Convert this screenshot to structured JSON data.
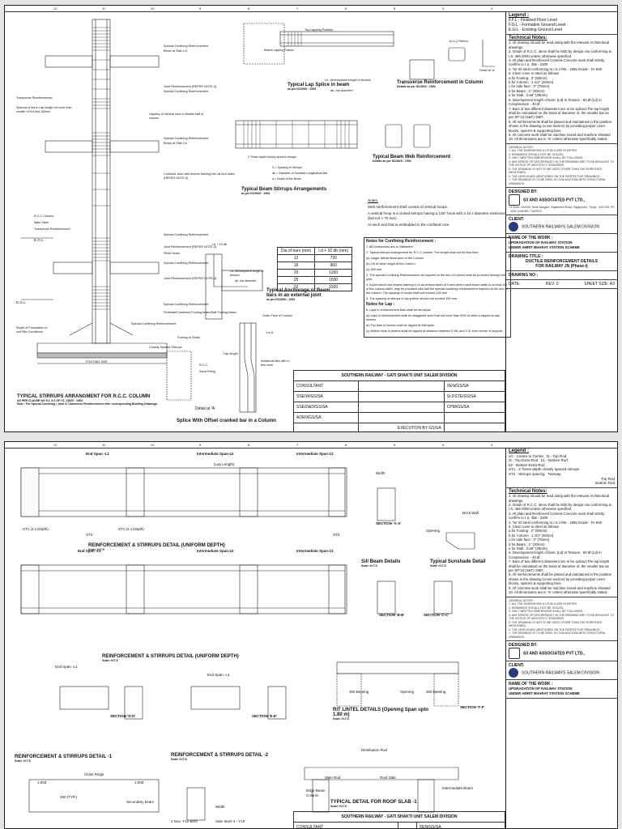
{
  "sheet1": {
    "titleblock": {
      "legend_title": "Legend :",
      "legend": [
        "F.F.L - Finished Floor Level",
        "F.G.L - Formation Ground Level",
        "E.G.L - Existing Ground Level"
      ],
      "tech_title": "Technical Notes:",
      "tech_notes": [
        "1. All drawing should be read along with the relevant Architectural drawings.",
        "2. Grade of R.C.C. items shall be M25 by design mix conforming to I.S. 456-2000 unless otherwise specified",
        "3. All plain and Reinforced Cement Concrete work shall strictly confirm to I.S. 456 - 2000",
        "4. Tor 40 steel conforming to I.S 1786 - 1985 Grade - Fe 500",
        "5. Clear cover to steel as follows",
        "a.for Footing : 2\" (50mm)",
        "b.for Column : 1 1/2\" (40mm)",
        "c.for side face : 3\" (75mm)",
        "d.for Beam : 1\" (30mm)",
        "e.for Slab : 0.65\" (25mm)",
        "6. Development length of bars: (Ld) In Tension - 50 Ø (Ld) In Compression - 40 Ø .",
        "7. Bars of two different diameters are to be spliced,The lap length shall be calculated on the basis of diameter of, the smaller bar as per SP:34 (S&T)-1987.",
        "8. All reinforcements shall be placed and maintained in the position shown in the drawing (cross section) by providing proper cover blocks, spacers & supporting bars.",
        "9. All concrete work shall be machine mixed and machine vibrated",
        "10. All dimensions are in 'm' unless otherwise specifically stated."
      ],
      "general_notes_title": "GENERAL NOTES:",
      "general_notes": [
        "1. ALL THE DIMENSIONS & LEVELS ARE IN METER.",
        "2. DRAWINGS SHOULD NOT BE SCALED.",
        "3. ONLY WRITTEN DIMENSIONS SHALL BE FOLLOWED.",
        "4. ANY ERROR OR DISCREPANCY IN THE DRAWING ARE TO BE BROUGHT TO THE NOTICE OF ARCHITECT/ ENGINEER.",
        "5. THE DRAWING IS NOT TO BE USED OTHER THAN THE PURPOSES MENTIONED.",
        "6. THE LEVELS ARE MENTIONED ON THE RESPECTIVE DRAWINGS.",
        "7. THE DRAWING IS TO BE READ IN CONJUNCTION WITH STRUCTURAL DRAWINGS."
      ],
      "designed_by_label": "DESIGNED BY:",
      "designer_name": "S3 AND ASSOCIATES PVT LTD.,",
      "designer_addr": "13 Team, 2nd/3rd Tamil Sangam, Rajakeezh Road, Rajapuram, Trichy - 620 006. Ph : 0431 2446069 / 2400570",
      "client_label": "CLIENT:",
      "client_name": "SOUTHERN RAILWAYS SALEM DIVISION",
      "work_label": "NAME OF THE WORK :",
      "work_1": "UPGRADATION OF RAILWAY STATION",
      "work_2": "UNDER AMRIT BHARAT STATION SCHEME",
      "drawing_title_label": "DRAWING TITLE :",
      "drawing_title_1": "DUCTILE REINFORCEMENT DETAILS",
      "drawing_title_2": "FOR RAILWAY JN (Phase-i)",
      "drawing_no_label": "DRAWING NO :",
      "date_label": "DATE:",
      "rev_label": "REV: 0",
      "sheet_label": "SHEET SIZE: A3"
    },
    "bottom": {
      "header": "SOUTHERN RAILWAY - GATI SHAKTI UNIT SALEM DIVISION",
      "rows": [
        [
          "CONSULTANT",
          "",
          "XEN/GS/SA"
        ],
        [
          "SSE/W/GS/SA",
          "",
          "Sr.DSTE/GS/SA"
        ],
        [
          "SSE/D&D/GS/SA",
          "",
          "CPM/GS/SA"
        ],
        [
          "ADEN/GS/SA",
          "",
          ""
        ]
      ],
      "execution": "EXECUTION BY",
      "execution_val": "GS/SA"
    },
    "drawings": {
      "d1_title": "TYPICAL STIRRUPS ARRANGMENT FOR R.C.C. COLUMN",
      "d1_sub": "AS PER CLAUSE NO 8.1, 8.2 OF I.S. 13920 : 1993",
      "d1_note": "Note : For Special Confining / Joint & Transverse Reinforcement refer corresponding Building Drawings.",
      "d2_title": "Splice With Offset cranked bar in a Column",
      "d3_title": "Typical Lap Splice in beam",
      "d3_sub": "as per IS13920 : 1993",
      "d4_title": "Transverse Reinforcement in Column",
      "d4_sub": "Details as per IS13920 : 1993",
      "d5_title": "Typical Beam Stirrups Arrangements",
      "d5_sub": "as per IS13920 : 1993",
      "d6_title": "Typical Beam Web Reinforcement",
      "d6_sub": "Details as per IS13920 : 1993",
      "d7_title": "Typical Anchorage of Beam bars in an external joint",
      "d7_sub": "as per IS13920 : 1993",
      "detail_a": "Detail at 'A'",
      "labels_left": [
        "Special Confining Reinforcement",
        "Beam at Slab Lvl.",
        "Joint Reinforcement (REFER NOTE-3)",
        "Special Confining Reinforcement",
        "Transverse Reinforcement",
        "Lapping of Vertical bars in Middle half of column",
        "Special Confining Reinforcement",
        "Beam at Slab Lvl.",
        "Confined Joint with beams framing into all four sides (REFER NOTE-4)",
        "R.C.C Column",
        "Main Steel",
        "Transverse Reinforcement",
        "Special Confining Reinforcement",
        "Joint Reinforcement (REFER NOTE-3)",
        "Plinth beam",
        "Special Confining Reinforcement",
        "Joint Reinforcement (REFER NOTE-3)",
        "Special Confining Reinforcement",
        "Pedestal/Combined Footing beam/Raft Footing beam",
        "Special Confining Reinforcement",
        "Footing to Detail",
        "Closely Spaced Stirrups",
        "R.C.C.",
        "Sand Filling",
        "FOOTING SIZE"
      ],
      "spacing_note": "Spacing of ties in Lap-length not more than smaller of D/4 and 150mm",
      "egl": "E.G.L.",
      "depth_note": "Depth of Foundation to suit Site Conditions",
      "lap_position": "Top Lapping Position",
      "bottom_lap": "Bottom Lapping Position",
      "ld_tension": "Ld- development length in tension",
      "db_note": "db- bar diameter",
      "stirrup_notes": [
        "S = Spacing of Stirrups",
        "db = Diameter of Smallest Longitudinal Bar",
        "d = Depth of the Beam",
        "2 Times depth closely spaced stirrups"
      ],
      "ten_d": "10 d (>75mm)",
      "detail_at_a": "Detail at 'A'",
      "notes_head": "Notes:",
      "web_notes": [
        "Web reinforcement shall consist of vertical hoops.",
        "A vertical hoop is a closed stirrups having a 135° hook with a 10 x diameter extension (but not < 75 mm)",
        "At each end that is embedded in the confined core"
      ],
      "outer_face": "Outer Face of Column",
      "one_in_six": "1 in 6",
      "additional_ties": "Additional ties with in this zone",
      "lap_length": "Lap length",
      "ld_plus": "Ld + 10 db",
      "ld_dev": "Ld- development length in tension",
      "db": "db- bar diameter"
    },
    "table": {
      "headers": [
        "Dia of bars (mm)",
        "Ld + 10 db (mm)"
      ],
      "rows": [
        [
          "12",
          "720"
        ],
        [
          "16",
          "960"
        ],
        [
          "20",
          "1200"
        ],
        [
          "25",
          "1500"
        ],
        [
          "32",
          "1920"
        ]
      ]
    },
    "confining": {
      "title": "Notes for Confining Reinforcement :",
      "items": [
        "1. All Dimensions are in 'Millimetre'.",
        "2. Typical stirrups arrangement for R.C.C column' The length shall not be less than",
        "(a) Larger lateral dimension of the Column",
        "(b) 1/6 of clear height of the Column",
        "(c) 450 mm.",
        "3. The special Confining Reinforcement as required at the end of column shall be provided through the joint.",
        "4. A joint which has beams framing in to all vertical faces of it and where each beam width is at least 3/4 of the column width, may be provided with half the special confining reinforcement required at the end of the column. The spacing of hoops shall not exceed 150 mm.",
        "5. The spacing of stirrups in lap portion should not exceed 150 mm."
      ],
      "lap_title": "Notes for Lap :",
      "lap_items": [
        "6. Laps in reinforcement bars shall be as below :",
        "(a) Laps in reinforcement shall be staggered such that not more than 50% of steel is lapped at any section.",
        "(b) Top bars in beams shall be lapped at Mid span.",
        "(c) Bottom bars in beams shall be lapped at distance between 0.15L and 0.3L from centre of support."
      ]
    }
  },
  "sheet2": {
    "titleblock": {
      "legend_title": "Legend :",
      "legend": [
        "c/c - Centre to Centre",
        "t1 - Top Rod",
        "t2 - Top Extra Rod",
        "b1 - Bottom Rod",
        "b2 - Bottom Extra Rod",
        "ST1 - 2 Times depth closely spaced stirrups",
        "ST2 - Stirrups spacing",
        "Twoway",
        "Top Rod",
        "Bottom Rod"
      ],
      "tech_title": "Technical Notes:",
      "designed_by_label": "DESIGNED BY:",
      "designer_name": "S3 AND ASSOCIATES PVT LTD.,",
      "client_label": "CLIENT:",
      "client_name": "SOUTHERN RAILWAYS SALEM DIVISION",
      "work_label": "NAME OF THE WORK :",
      "work_1": "UPGRADATION OF RAILWAY STATION",
      "work_2": "UNDER AMRIT BHARAT STATION SCHEME"
    },
    "bottom": {
      "header": "SOUTHERN RAILWAY - GATI SHAKTI UNIT SALEM DIVISION",
      "c1": "CONSULTANT",
      "c2": "XEN/GS/SA"
    },
    "drawings": {
      "t1": "REINFORCEMENT & STIRRUPS DETAIL (UNIFORM DEPTH)",
      "t2": "REINFORCEMENT & STIRRUPS DETAIL (UNIFORM DEPTH)",
      "t3": "REINFORCEMENT & STIRRUPS DETAIL -1",
      "t4": "REINFORCEMENT & STIRRUPS DETAIL -2",
      "t5": "TYPICAL DETAIL FOR ROOF SLAB -1",
      "t7": "RIT LINTEL DETAILS (Opening Span upto 1.80 m)",
      "t8": "Sill Beam Details",
      "t9": "Typical Sunshade Detail",
      "scale": "Scale :N.T.S",
      "end_span": "End Span -L1",
      "int_span_12": "Intermediate Span-12",
      "int_span_13": "Intermediate Span-13",
      "lap_length": "(Lap Length)",
      "st1": "ST1",
      "st2": "ST2",
      "two_depth": "(2 x Depth)",
      "sec_a": "SECTION 'A-A'",
      "sec_b": "SECTION 'B-B'",
      "sec_c": "SECTION 'C-C'",
      "sec_d": "SECTION 'D-D'",
      "sec_e": "SECTION 'E-E'",
      "sec_f": "SECTION 'F-F'",
      "width": "Width",
      "brick_wall": "Brick Wall",
      "opening": "Opening",
      "bearing": "300 Bearing",
      "close_rings": "Close Rings",
      "secondary_beam": "Secondary beam",
      "distribution_rod": "Distribution Rod",
      "main_rod": "Main Rod",
      "roof_slab": "Roof Slab",
      "edge_beam": "Edge Beam",
      "column": "Column",
      "intermediate_beam": "Intermediate Beam",
      "nos_y12": "2 Nos. Y12 Bent",
      "side_steel": "Side Steel 4 - Y10",
      "dim_450": "450 (TYP.)",
      "dim_1_50d": "1.50d"
    }
  }
}
